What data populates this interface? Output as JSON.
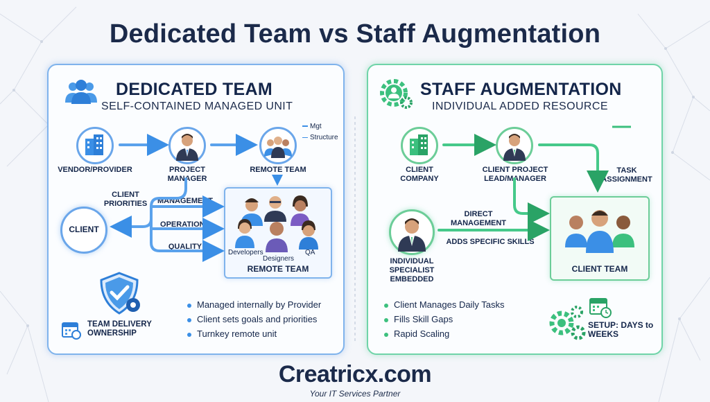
{
  "title": "Dedicated Team vs Staff Augmentation",
  "left_panel": {
    "heading": "DEDICATED TEAM",
    "subheading": "SELF-CONTAINED MANAGED UNIT",
    "nodes": {
      "vendor": "VENDOR/PROVIDER",
      "project_manager": "PROJECT MANAGER",
      "remote_team_top": "REMOTE TEAM",
      "client": "CLIENT",
      "remote_team_box": "REMOTE TEAM"
    },
    "legend": {
      "mgt": "Mgt",
      "structure": "Structure"
    },
    "edges": {
      "client_priorities": "CLIENT PRIORITIES",
      "management": "MANAGEMENT",
      "operations": "OPERATIONS",
      "quality": "QUALITY"
    },
    "roles": [
      "Developers",
      "Designers",
      "QA"
    ],
    "ownership": "TEAM DELIVERY OWNERSHIP",
    "bullets": [
      "Managed internally by Provider",
      "Client sets goals and priorities",
      "Turnkey remote unit"
    ],
    "accent": "#3b8fe6"
  },
  "right_panel": {
    "heading": "STAFF AUGMENTATION",
    "subheading": "INDIVIDUAL ADDED RESOURCE",
    "nodes": {
      "client_company": "CLIENT COMPANY",
      "client_lead": "CLIENT PROJECT LEAD/MANAGER",
      "specialist": "INDIVIDUAL SPECIALIST EMBEDDED",
      "client_team": "CLIENT TEAM"
    },
    "edges": {
      "task_assignment": "TASK ASSIGNMENT",
      "direct_management": "DIRECT MANAGEMENT",
      "adds_skills": "ADDS SPECIFIC SKILLS"
    },
    "setup": "SETUP: DAYS to WEEKS",
    "bullets": [
      "Client Manages Daily Tasks",
      "Fills Skill Gaps",
      "Rapid Scaling"
    ],
    "accent": "#3cc07e"
  },
  "brand": {
    "logo": "Creatricx.com",
    "tagline": "Your IT Services Partner"
  }
}
